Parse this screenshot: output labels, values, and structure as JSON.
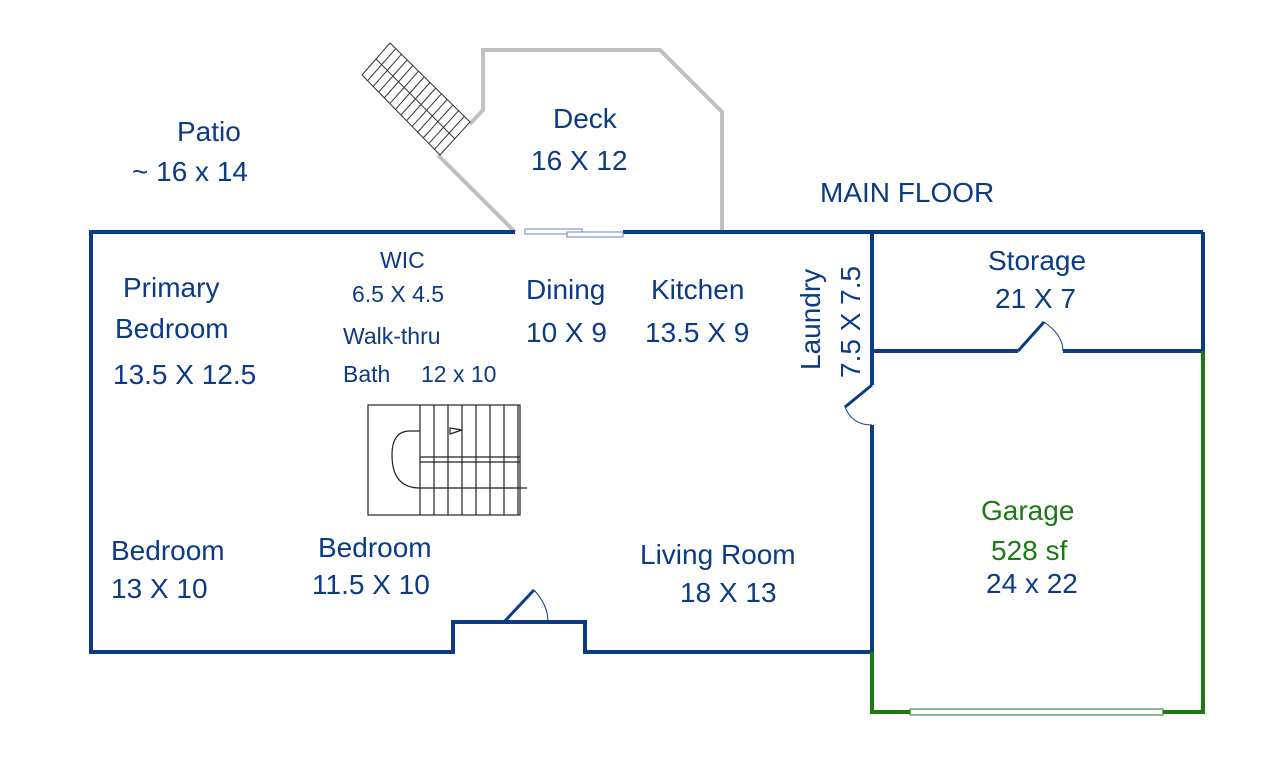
{
  "colors": {
    "wall": "#0b3a86",
    "garage": "#1a7a14",
    "deck": "#c0c0c0"
  },
  "title": "MAIN FLOOR",
  "rooms": {
    "patio": {
      "name": "Patio",
      "size": "~ 16 x 14"
    },
    "deck": {
      "name": "Deck",
      "size": "16 X 12"
    },
    "wic": {
      "name": "WIC",
      "size": "6.5 X 4.5"
    },
    "bath": {
      "name": "Walk-thru",
      "name2": "Bath",
      "size": "12 x 10"
    },
    "primary": {
      "name": "Primary",
      "name2": "Bedroom",
      "size": "13.5 X 12.5"
    },
    "dining": {
      "name": "Dining",
      "size": "10 X 9"
    },
    "kitchen": {
      "name": "Kitchen",
      "size": "13.5 X 9"
    },
    "laundry": {
      "name": "Laundry",
      "size": "7.5 X 7.5"
    },
    "storage": {
      "name": "Storage",
      "size": "21 X 7"
    },
    "garage": {
      "name": "Garage",
      "area": "528 sf",
      "size": "24 x 22"
    },
    "bedroom1": {
      "name": "Bedroom",
      "size": "13 X 10"
    },
    "bedroom2": {
      "name": "Bedroom",
      "size": "11.5 X 10"
    },
    "living": {
      "name": "Living Room",
      "size": "18 X 13"
    }
  }
}
